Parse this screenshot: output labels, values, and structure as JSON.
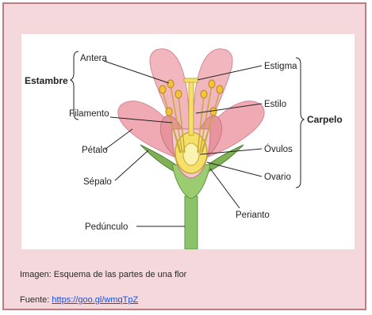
{
  "labels": {
    "antera": "Antera",
    "estambre": "Estambre",
    "filamento": "Filamento",
    "petalo": "Pétalo",
    "sepalo": "Sépalo",
    "pedunculo": "Pedúnculo",
    "estigma": "Estigma",
    "estilo": "Estilo",
    "carpelo": "Carpelo",
    "ovulos": "Óvulos",
    "ovario": "Ovario",
    "perianto": "Perianto"
  },
  "caption": "Imagen: Esquema de las partes de una flor",
  "source": {
    "prefix": "Fuente: ",
    "link_text": "https://goo.gl/wmqTpZ"
  },
  "colors": {
    "frame_bg": "#f5d8db",
    "frame_border": "#c07a83",
    "petal": "#f0aab4",
    "sepal": "#7fb055",
    "stem": "#8cc26a",
    "ovary": "#f5e06a",
    "link": "#1a4fd6"
  }
}
